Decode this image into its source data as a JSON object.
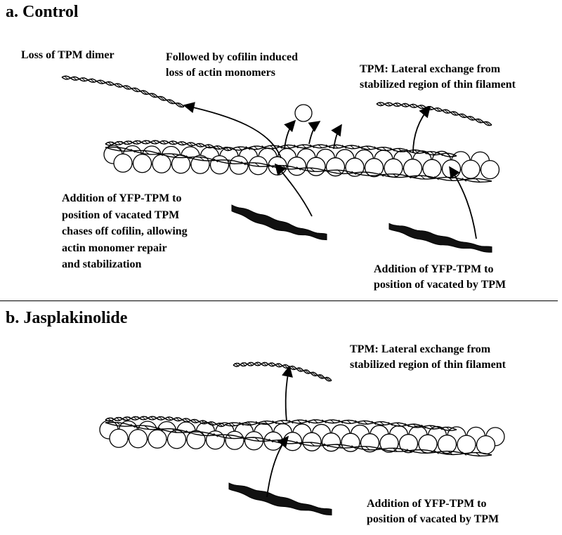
{
  "panels": {
    "a": {
      "title": "a. Control",
      "labels": {
        "loss_dimer": "Loss of TPM dimer",
        "cofilin_line1": "Followed by cofilin induced",
        "cofilin_line2": "loss of actin monomers",
        "lateral_line1": "TPM: Lateral exchange from",
        "lateral_line2": "stabilized region of thin filament",
        "addition_left_lines": [
          "Addition of YFP-TPM to",
          "position of vacated TPM",
          "chases off cofilin, allowing",
          "actin monomer repair",
          "and stabilization"
        ],
        "addition_right_line1": "Addition of YFP-TPM to",
        "addition_right_line2": "position of vacated by TPM"
      }
    },
    "b": {
      "title": "b. Jasplakinolide",
      "labels": {
        "lateral_line1": "TPM: Lateral exchange from",
        "lateral_line2": "stabilized region of thin filament",
        "addition_line1": "Addition of YFP-TPM to",
        "addition_line2": "position of vacated by TPM"
      }
    }
  },
  "colors": {
    "ink": "#000000",
    "monomer_fill": "#ffffff",
    "yfp_tpm_fill": "#111111"
  }
}
